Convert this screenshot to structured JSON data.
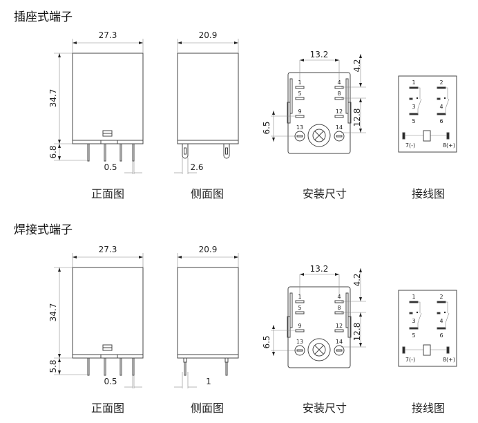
{
  "sections": [
    {
      "title": "插座式端子",
      "front": {
        "width": "27.3",
        "height": "34.7",
        "pin_length": "6.8",
        "pin_width": "0.5",
        "caption": "正面图"
      },
      "side": {
        "width": "20.9",
        "pin_gap": "2.6",
        "caption": "侧面图",
        "pin_type": "socket-tab"
      },
      "mount": {
        "pitch_x": "13.2",
        "top_offset": "4.2",
        "pitch_y": "12.8",
        "bottom_offset": "6.5",
        "pins": [
          "1",
          "4",
          "5",
          "8",
          "9",
          "12",
          "13",
          "14"
        ],
        "caption": "安装尺寸"
      },
      "wiring": {
        "labels": [
          "1",
          "2",
          "3",
          "4",
          "5",
          "6",
          "7(-)",
          "8(+)"
        ],
        "caption": "接线图"
      }
    },
    {
      "title": "焊接式端子",
      "front": {
        "width": "27.3",
        "height": "34.7",
        "pin_length": "5.8",
        "pin_width": "0.5",
        "caption": "正面图"
      },
      "side": {
        "width": "20.9",
        "pin_gap": "1",
        "caption": "侧面图",
        "pin_type": "solder-pin"
      },
      "mount": {
        "pitch_x": "13.2",
        "top_offset": "4.2",
        "pitch_y": "12.8",
        "bottom_offset": "6.5",
        "pins": [
          "1",
          "4",
          "5",
          "8",
          "9",
          "12",
          "13",
          "14"
        ],
        "caption": "安装尺寸"
      },
      "wiring": {
        "labels": [
          "1",
          "2",
          "3",
          "4",
          "5",
          "6",
          "7(-)",
          "8(+)"
        ],
        "caption": "接线图"
      }
    }
  ]
}
